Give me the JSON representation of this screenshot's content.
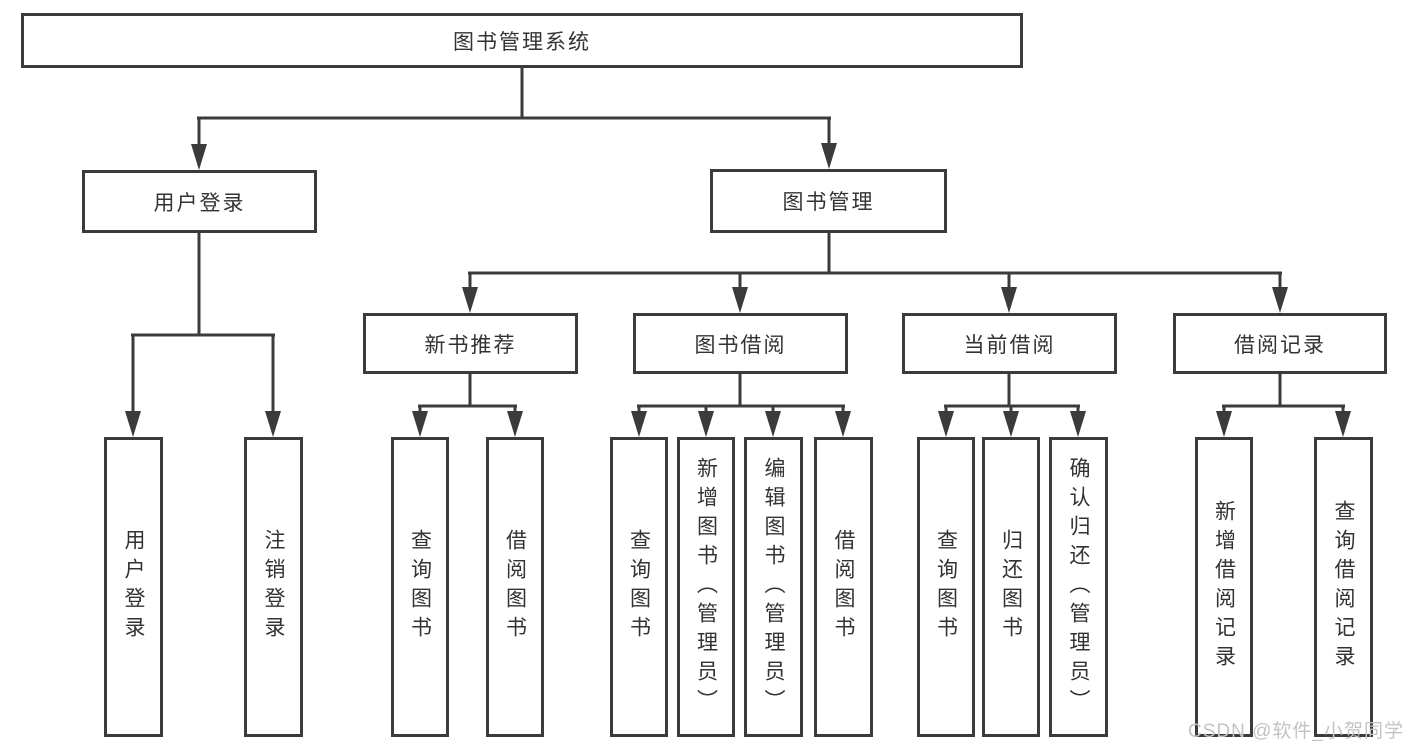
{
  "tree": {
    "root": "图书管理系统",
    "children": [
      {
        "label": "用户登录",
        "children": [
          "用户登录",
          "注销登录"
        ]
      },
      {
        "label": "图书管理",
        "children": [
          {
            "label": "新书推荐",
            "children": [
              "查询图书",
              "借阅图书"
            ]
          },
          {
            "label": "图书借阅",
            "children": [
              "查询图书",
              "新增图书（管理员）",
              "编辑图书（管理员）",
              "借阅图书"
            ]
          },
          {
            "label": "当前借阅",
            "children": [
              "查询图书",
              "归还图书",
              "确认归还（管理员）"
            ]
          },
          {
            "label": "借阅记录",
            "children": [
              "新增借阅记录",
              "查询借阅记录"
            ]
          }
        ]
      }
    ]
  },
  "watermark": {
    "text": "CSDN @软件_小贺同学"
  },
  "colors": {
    "line": "#3b3b3b",
    "text": "#333333",
    "background": "#ffffff",
    "watermark": "#c7c2c2"
  }
}
